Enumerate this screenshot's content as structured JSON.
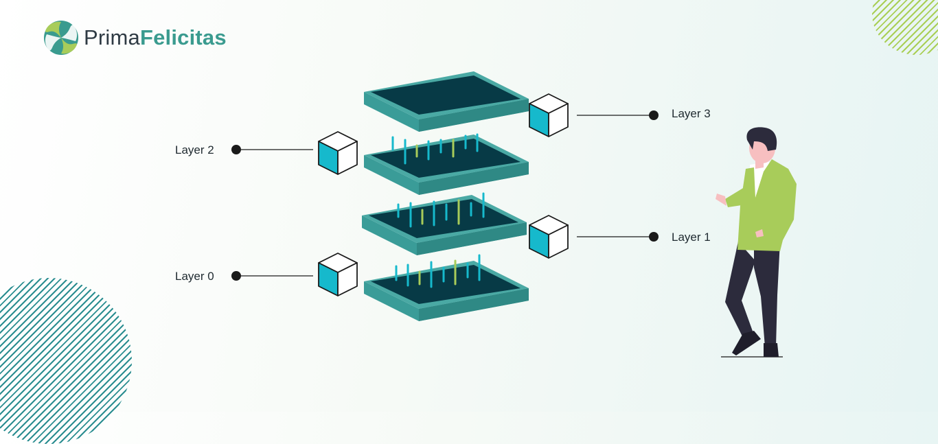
{
  "brand": {
    "name_part1": "Prima",
    "name_part2": "Felicitas"
  },
  "layers": [
    {
      "label": "Layer 3"
    },
    {
      "label": "Layer 2"
    },
    {
      "label": "Layer 1"
    },
    {
      "label": "Layer 0"
    }
  ],
  "colors": {
    "platform_top": "#073a46",
    "platform_side": "#3a9c98",
    "cube_face": "#16b9cc",
    "accent_green": "#a8cc5a",
    "brand_teal": "#3a9b8f"
  },
  "icons": [
    "logo-icon",
    "cube-icon",
    "person-illustration"
  ]
}
